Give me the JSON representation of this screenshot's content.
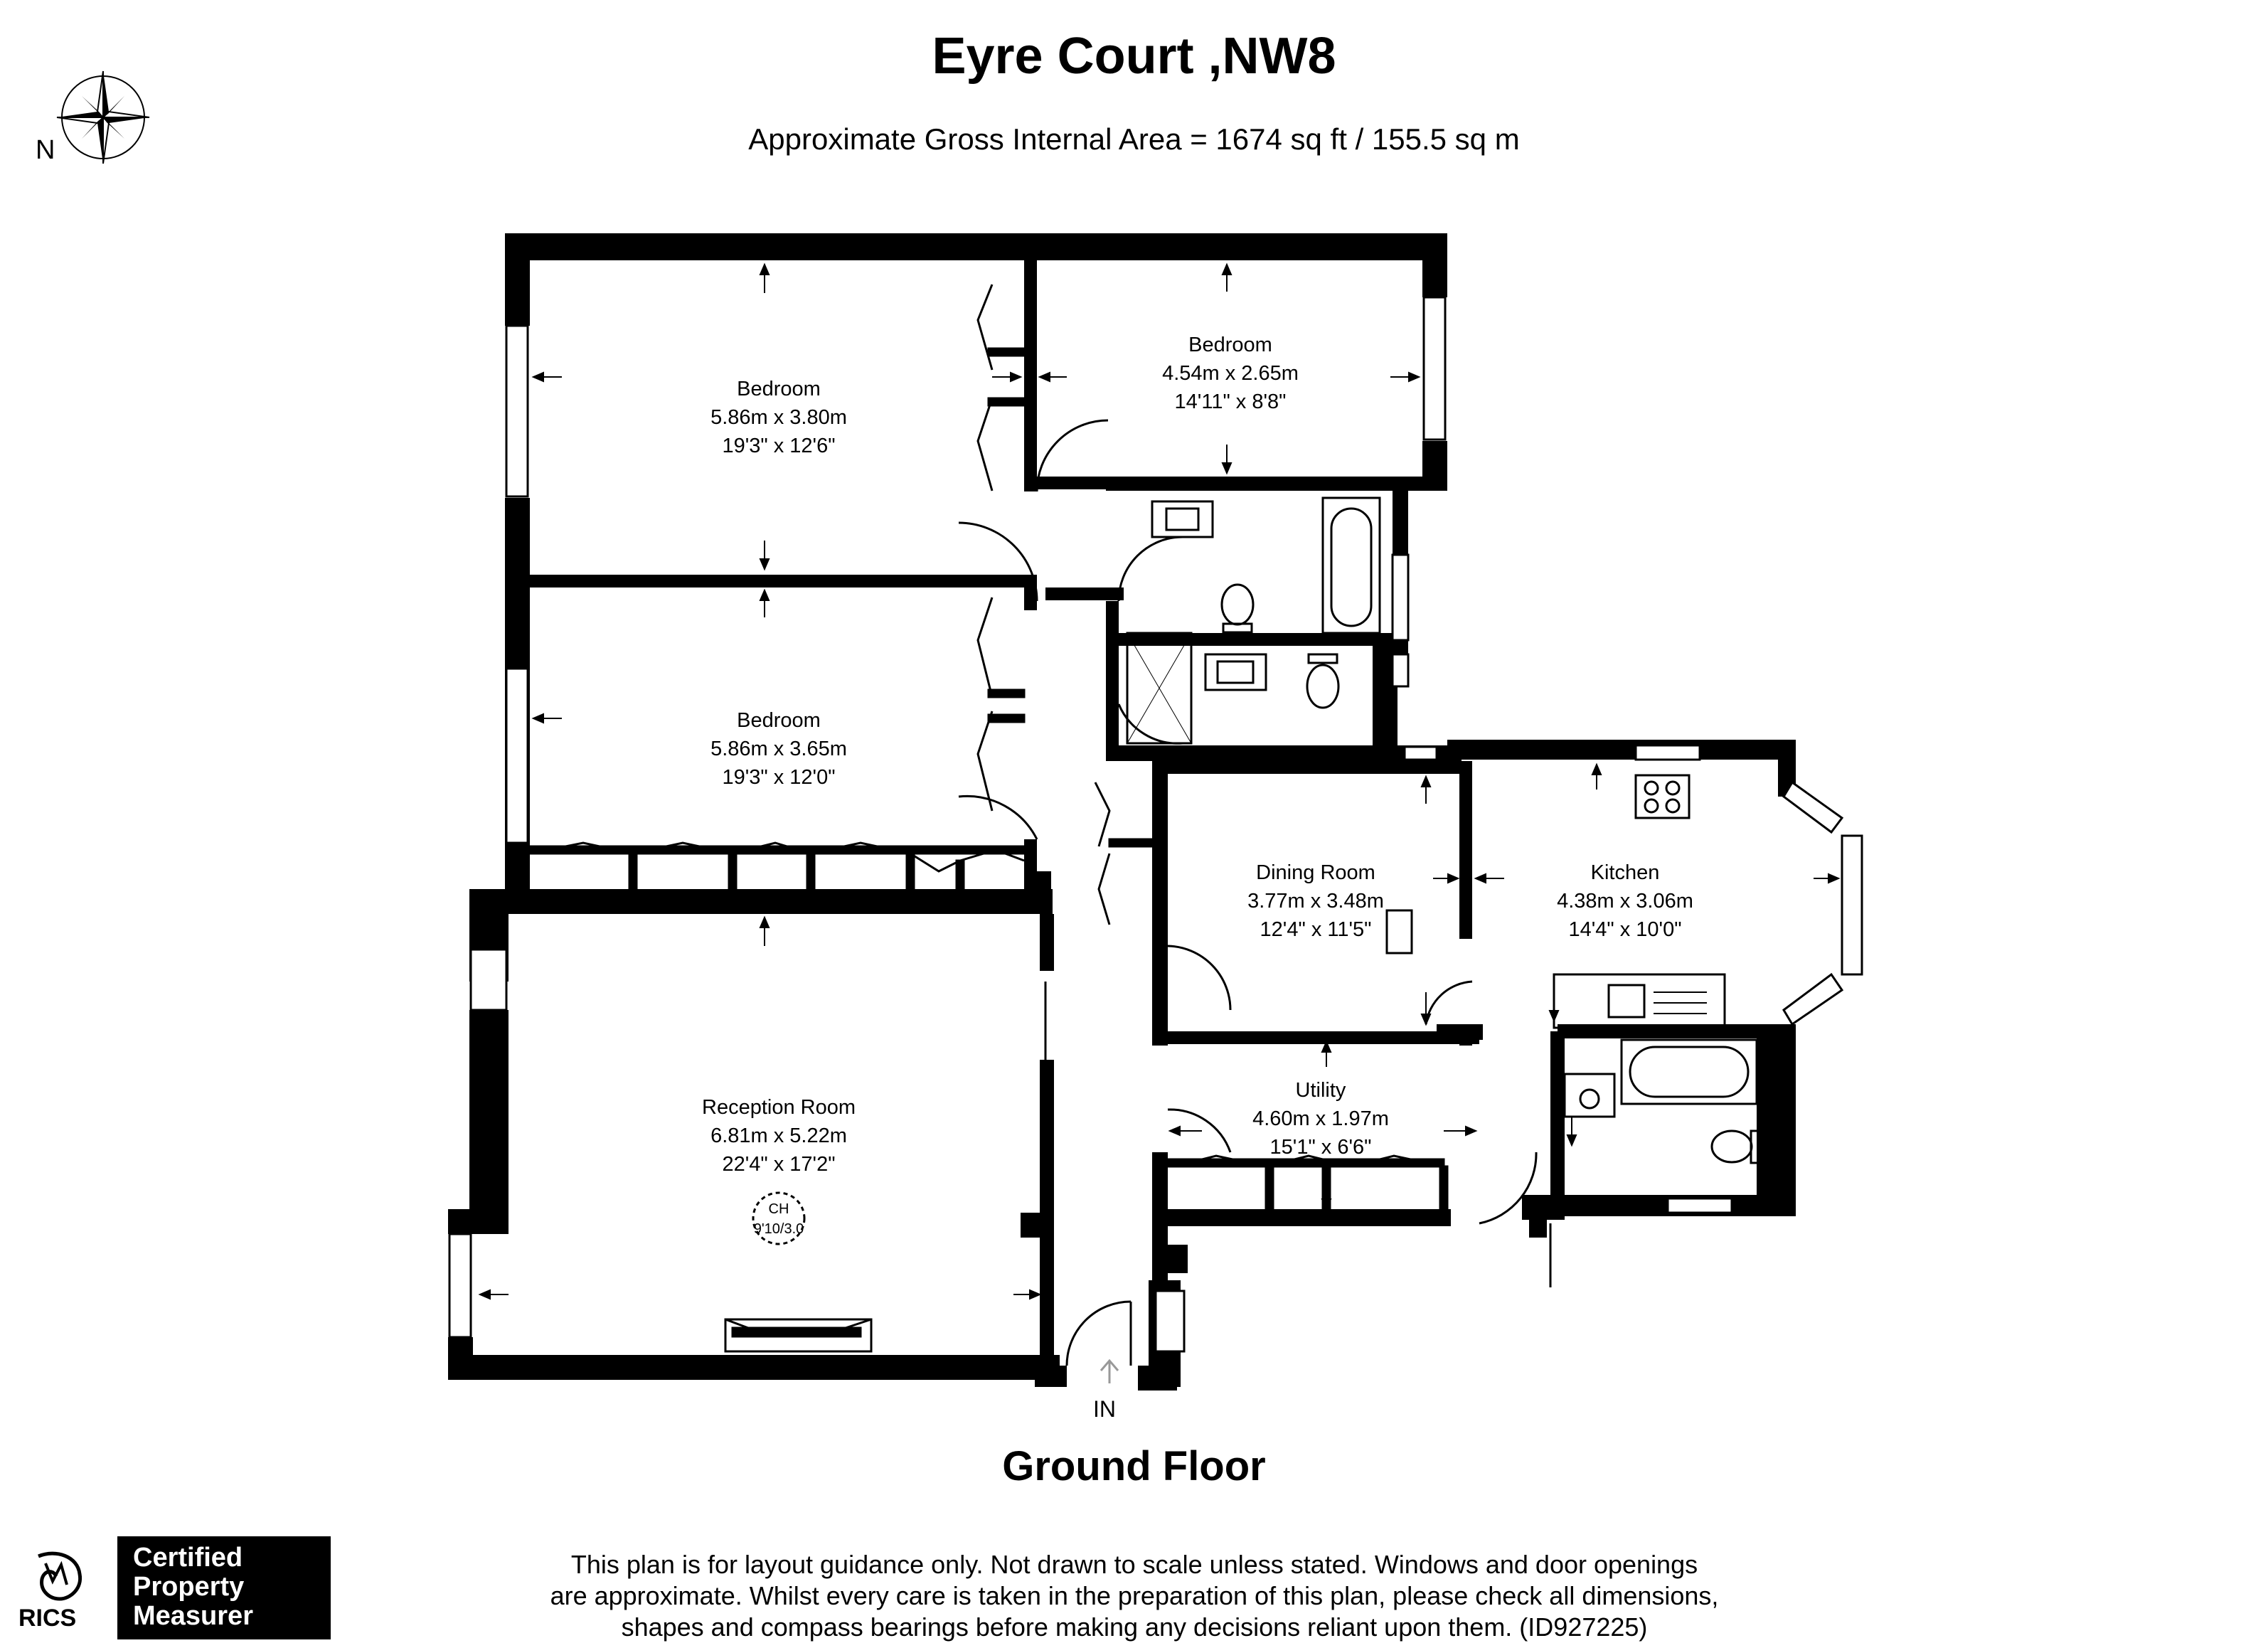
{
  "title": "Eyre Court ,NW8",
  "area_text": "Approximate Gross Internal Area = 1674 sq ft / 155.5 sq m",
  "floor_name": "Ground Floor",
  "compass": {
    "label": "N",
    "icon": "compass-rose-icon"
  },
  "entrance_label": "IN",
  "rooms": [
    {
      "name": "Bedroom",
      "metric": "5.86m x 3.80m",
      "imperial": "19'3\" x 12'6\""
    },
    {
      "name": "Bedroom",
      "metric": "4.54m x 2.65m",
      "imperial": "14'11\" x 8'8\""
    },
    {
      "name": "Bedroom",
      "metric": "5.86m x 3.65m",
      "imperial": "19'3\" x 12'0\""
    },
    {
      "name": "Dining Room",
      "metric": "3.77m x 3.48m",
      "imperial": "12'4\" x 11'5\""
    },
    {
      "name": "Kitchen",
      "metric": "4.38m x 3.06m",
      "imperial": "14'4\" x 10'0\""
    },
    {
      "name": "Reception Room",
      "metric": "6.81m x 5.22m",
      "imperial": "22'4\" x 17'2\""
    },
    {
      "name": "Utility",
      "metric": "4.60m x 1.97m",
      "imperial": "15'1\" x 6'6\""
    }
  ],
  "ceiling_height": {
    "label": "CH",
    "value": "9'10/3.0"
  },
  "disclaimer": [
    "This plan is for layout guidance only. Not drawn to scale unless stated. Windows and door openings",
    "are approximate. Whilst every care is taken in the preparation of this plan, please check all dimensions,",
    "shapes and compass bearings before making any decisions reliant upon them. (ID927225)"
  ],
  "rics_logo_text": "RICS",
  "badge_lines": [
    "Certified",
    "Property",
    "Measurer"
  ],
  "colors": {
    "wall": "#000000",
    "background": "#ffffff"
  }
}
